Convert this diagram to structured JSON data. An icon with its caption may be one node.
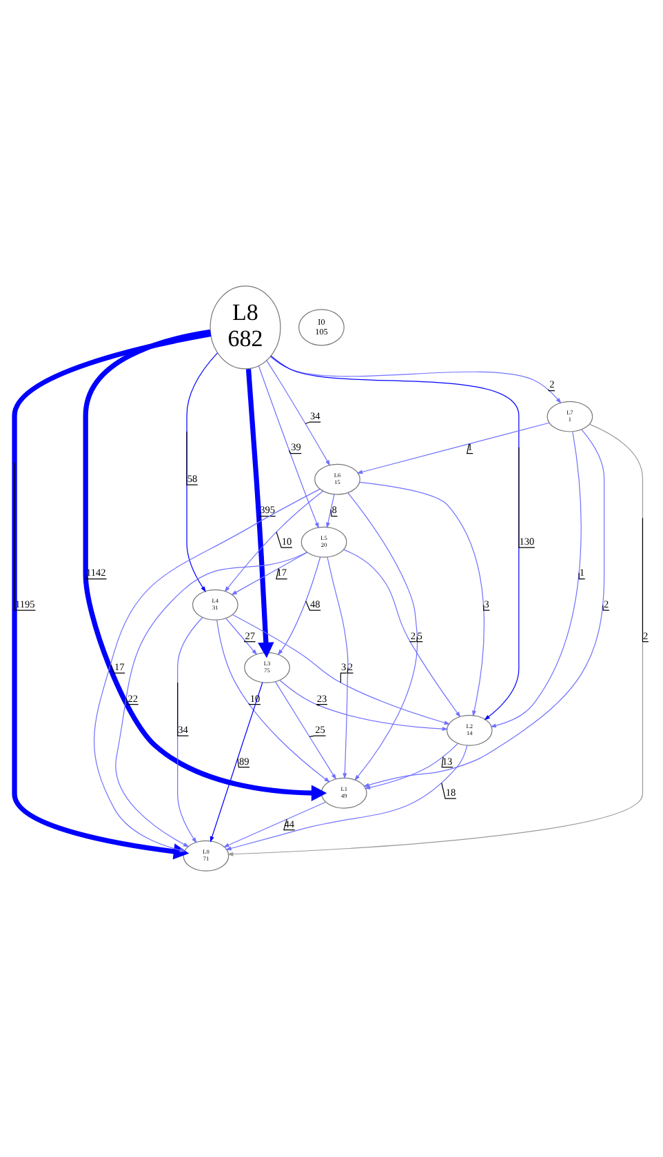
{
  "diagram": {
    "nodes": [
      {
        "text": [
          "L8",
          "682"
        ]
      },
      {
        "text": [
          "I0",
          "105"
        ]
      },
      {
        "text": [
          "L7",
          "1"
        ]
      },
      {
        "text": [
          "L6",
          "15"
        ]
      },
      {
        "text": [
          "L5",
          "20"
        ]
      },
      {
        "text": [
          "L4",
          "31"
        ]
      },
      {
        "text": [
          "L3",
          "75"
        ]
      },
      {
        "text": [
          "L2",
          "14"
        ]
      },
      {
        "text": [
          "L1",
          "49"
        ]
      },
      {
        "text": [
          "L0",
          "71"
        ]
      }
    ],
    "edges": [
      {
        "from": 0,
        "to": 8,
        "arrow": "to",
        "label": "1142",
        "style": "thick",
        "color": "#0000ff"
      },
      {
        "from": 0,
        "to": 5,
        "arrow": "to",
        "label": "58",
        "color": "#0000ff"
      },
      {
        "from": 0,
        "to": 4,
        "arrow": "to",
        "label": "39"
      },
      {
        "from": 0,
        "to": 6,
        "arrow": "to",
        "label": "395",
        "style": "thick",
        "color": "#0000ff"
      },
      {
        "from": 0,
        "to": 3,
        "arrow": "to",
        "label": "34"
      },
      {
        "from": 0,
        "to": 7,
        "arrow": "to",
        "label": "130",
        "color": "#0000ff"
      },
      {
        "from": 0,
        "to": 2,
        "arrow": "to",
        "label": "2"
      },
      {
        "from": 0,
        "to": 9,
        "arrow": "to",
        "label": "1195",
        "style": "thick",
        "color": "#0000ff"
      },
      {
        "from": 2,
        "to": 3,
        "arrow": "to",
        "label": "1"
      },
      {
        "from": 2,
        "to": 7,
        "arrow": "to",
        "label": "1"
      },
      {
        "from": 2,
        "to": 8,
        "arrow": "to",
        "label": "2"
      },
      {
        "from": 2,
        "to": 9,
        "arrow": "to",
        "label": "2",
        "color": "#999999"
      },
      {
        "from": 3,
        "to": 4,
        "arrow": "to",
        "label": "8"
      },
      {
        "from": 3,
        "to": 5,
        "arrow": "to",
        "label": "10"
      },
      {
        "from": 3,
        "to": 7,
        "arrow": "to",
        "label": "3"
      },
      {
        "from": 3,
        "to": 8,
        "arrow": "to",
        "label": "5"
      },
      {
        "from": 3,
        "to": 9,
        "arrow": "to",
        "label": "17"
      },
      {
        "from": 4,
        "to": 5,
        "arrow": "to",
        "label": "17"
      },
      {
        "from": 4,
        "to": 6,
        "arrow": "to",
        "label": "48"
      },
      {
        "from": 4,
        "to": 7,
        "arrow": "to",
        "label": "2"
      },
      {
        "from": 4,
        "to": 8,
        "arrow": "to",
        "label": "2"
      },
      {
        "from": 4,
        "to": 9,
        "arrow": "to",
        "label": "22"
      },
      {
        "from": 5,
        "to": 6,
        "arrow": "to",
        "label": "27"
      },
      {
        "from": 5,
        "to": 7,
        "arrow": "to",
        "label": "3"
      },
      {
        "from": 5,
        "to": 8,
        "arrow": "to",
        "label": "10"
      },
      {
        "from": 5,
        "to": 9,
        "arrow": "to",
        "label": "34"
      },
      {
        "from": 6,
        "to": 7,
        "arrow": "to",
        "label": "23"
      },
      {
        "from": 6,
        "to": 8,
        "arrow": "to",
        "label": "25"
      },
      {
        "from": 6,
        "to": 9,
        "arrow": "to",
        "label": "89",
        "color": "#0000ff"
      },
      {
        "from": 7,
        "to": 8,
        "arrow": "to",
        "label": "13"
      },
      {
        "from": 7,
        "to": 9,
        "arrow": "to",
        "label": "18"
      },
      {
        "from": 8,
        "to": 9,
        "arrow": "to",
        "label": "44"
      }
    ]
  }
}
